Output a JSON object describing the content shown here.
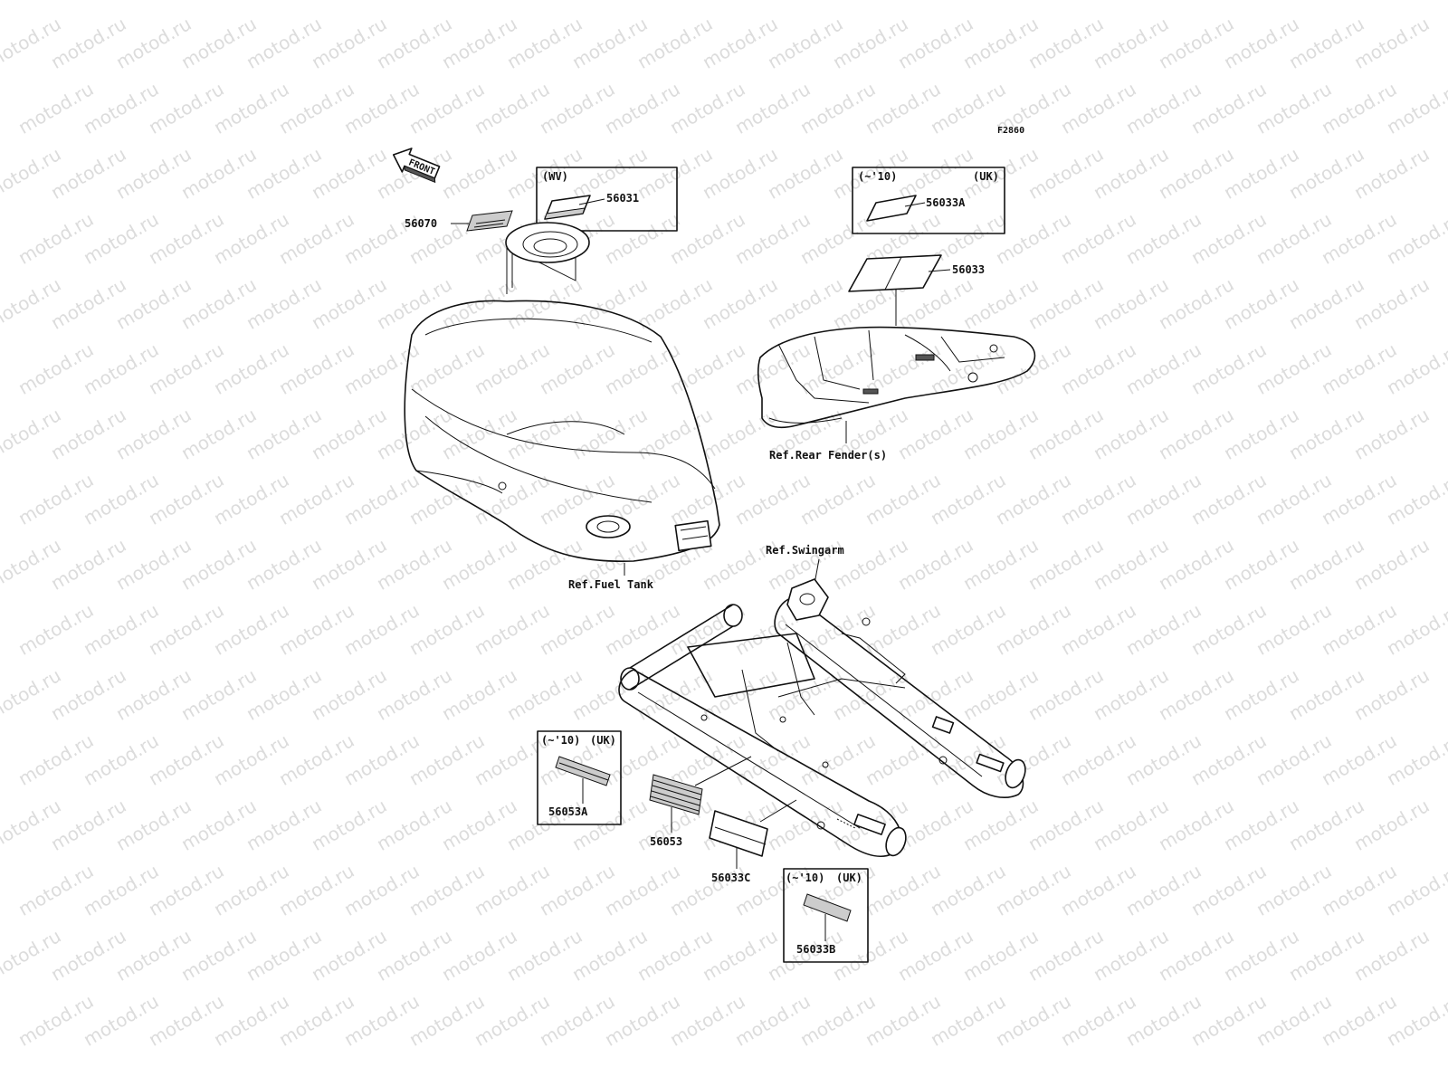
{
  "watermark": "motod.ru",
  "figure_code": "F2860",
  "front_arrow": "FRONT",
  "callouts": {
    "p56070": "56070",
    "p56031": "56031",
    "p56033A": "56033A",
    "p56033": "56033",
    "p56053A": "56053A",
    "p56053": "56053",
    "p56033C": "56033C",
    "p56033B": "56033B"
  },
  "boxes": {
    "wv": {
      "tag": "(WV)"
    },
    "uk_top": {
      "tag_left": "(~'10)",
      "tag_right": "(UK)"
    },
    "uk_left": {
      "tag_left": "(~'10)",
      "tag_right": "(UK)"
    },
    "uk_bottom": {
      "tag_left": "(~'10)",
      "tag_right": "(UK)"
    }
  },
  "references": {
    "fuel_tank": "Ref.Fuel Tank",
    "rear_fender": "Ref.Rear Fender(s)",
    "swingarm": "Ref.Swingarm"
  }
}
